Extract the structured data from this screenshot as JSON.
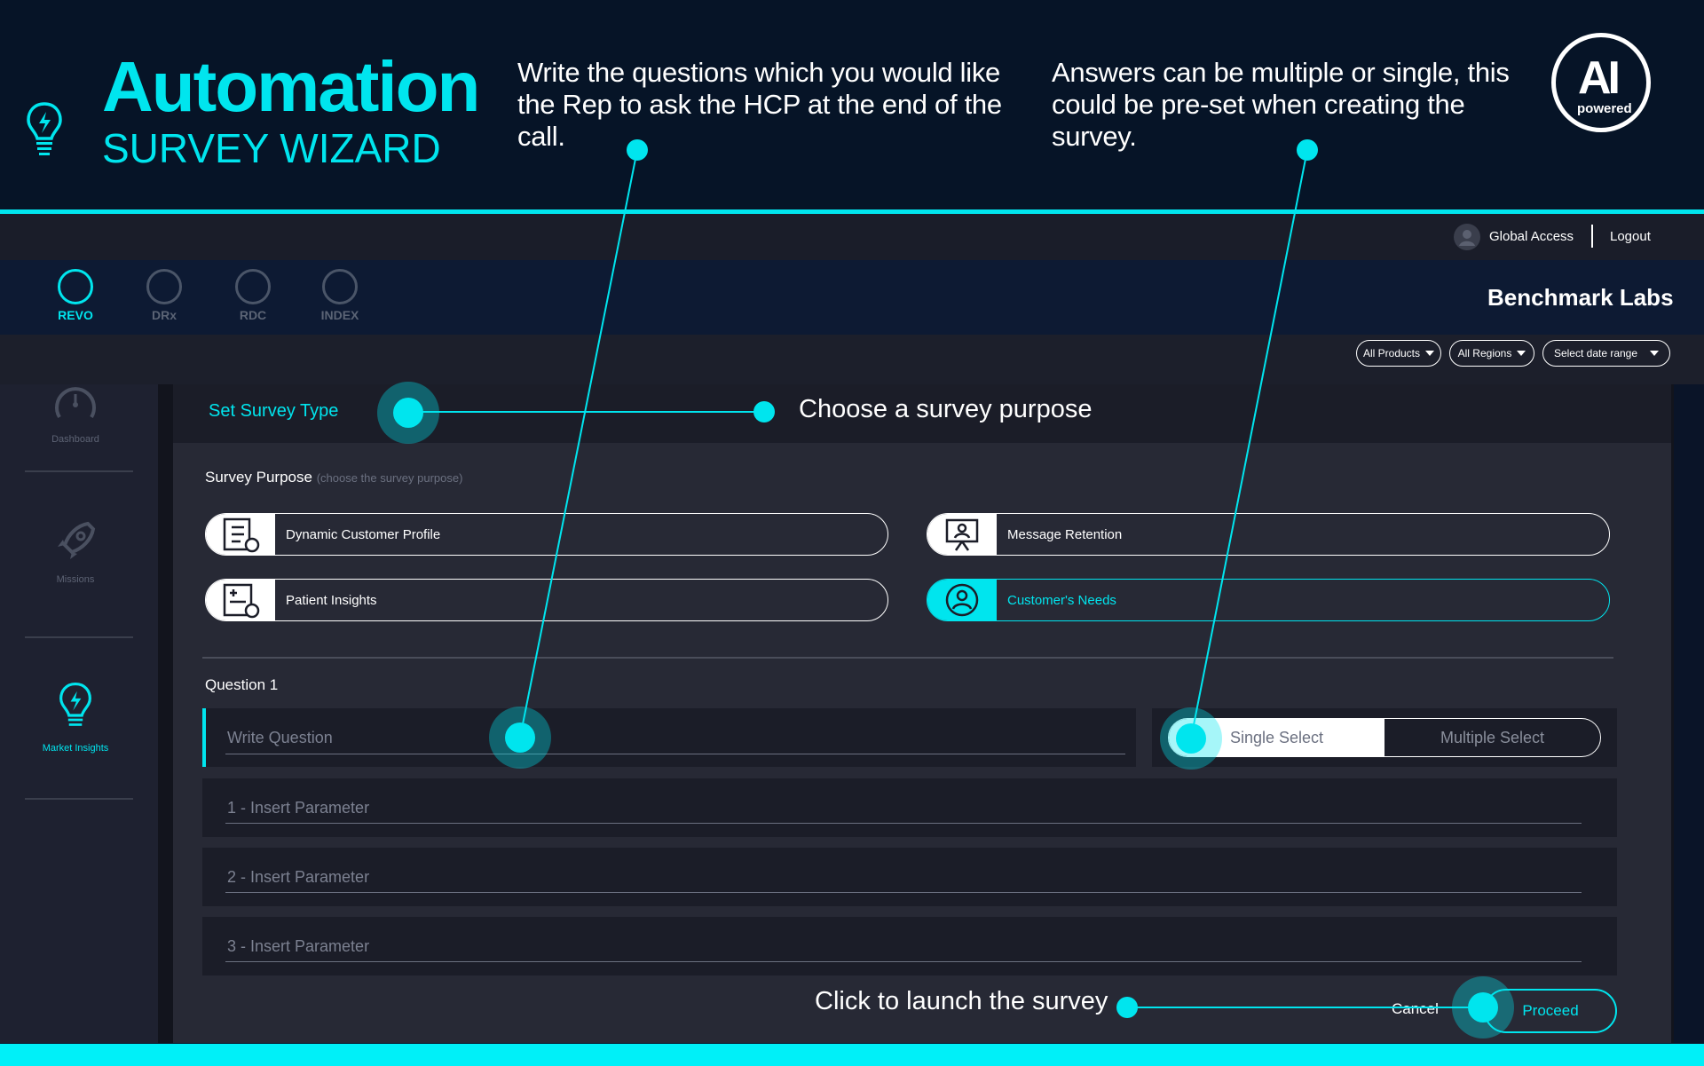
{
  "banner": {
    "title": "Automation",
    "subtitle": "SURVEY WIZARD",
    "callout_questions": "Write the questions which you would like the Rep to ask the HCP at the end of the call.",
    "callout_answers": "Answers can be multiple or single, this could be pre-set when creating the survey.",
    "badge_text": "AI",
    "badge_subtext": "powered"
  },
  "topbar": {
    "global_access": "Global Access",
    "logout": "Logout"
  },
  "nav": {
    "items": [
      {
        "label": "REVO",
        "active": true
      },
      {
        "label": "DRx",
        "active": false
      },
      {
        "label": "RDC",
        "active": false
      },
      {
        "label": "INDEX",
        "active": false
      }
    ],
    "brand": "Benchmark Labs"
  },
  "filters": {
    "products": "All Products",
    "regions": "All Regions",
    "date_range": "Select date range"
  },
  "sidebar": {
    "items": [
      {
        "label": "Dashboard",
        "active": false
      },
      {
        "label": "Missions",
        "active": false
      },
      {
        "label": "Market Insights",
        "active": true
      }
    ]
  },
  "step": {
    "label": "Set Survey Type",
    "callout": "Choose a survey purpose"
  },
  "purpose": {
    "label": "Survey Purpose",
    "hint": "(choose the survey purpose)",
    "options": [
      {
        "label": "Dynamic Customer Profile",
        "selected": false
      },
      {
        "label": "Message Retention",
        "selected": false
      },
      {
        "label": "Patient Insights",
        "selected": false
      },
      {
        "label": "Customer's Needs",
        "selected": true
      }
    ]
  },
  "question": {
    "label": "Question 1",
    "placeholder": "Write Question",
    "single_select": "Single Select",
    "multiple_select": "Multiple Select",
    "selected_mode": "Single Select",
    "parameters": [
      "1 - Insert Parameter",
      "2 - Insert Parameter",
      "3 - Insert Parameter"
    ]
  },
  "footer": {
    "callout": "Click to launch the survey",
    "cancel": "Cancel",
    "proceed": "Proceed"
  },
  "colors": {
    "accent": "#00e5ee",
    "banner_bg": "#061427",
    "panel_bg": "#272935"
  }
}
